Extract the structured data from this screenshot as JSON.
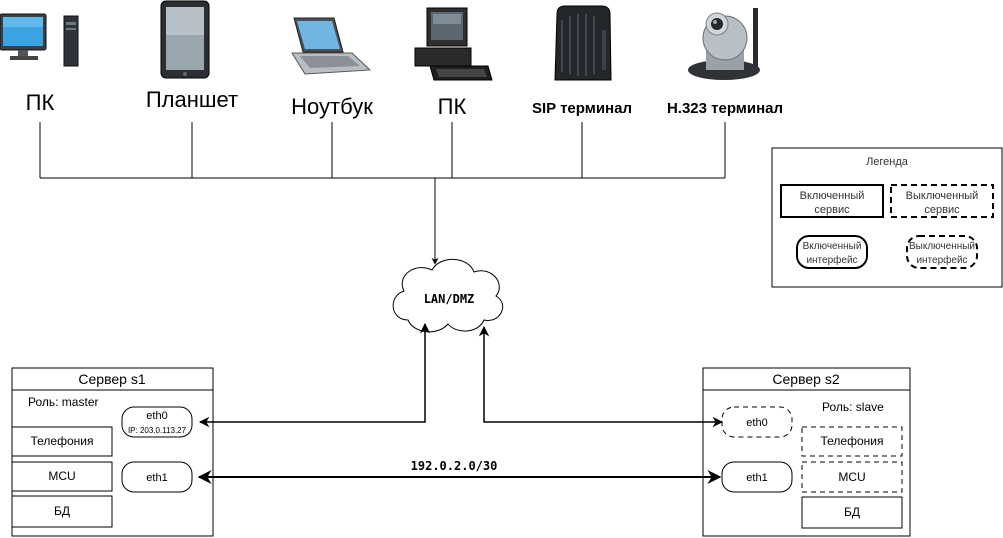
{
  "devices": [
    {
      "label": "ПК",
      "icon": "desktop-pc-icon"
    },
    {
      "label": "Планшет",
      "icon": "tablet-icon"
    },
    {
      "label": "Ноутбук",
      "icon": "laptop-icon"
    },
    {
      "label": "ПК",
      "icon": "pc-tower-icon"
    },
    {
      "label": "SIP терминал",
      "icon": "sip-terminal-icon"
    },
    {
      "label": "H.323 терминал",
      "icon": "ip-camera-icon"
    }
  ],
  "network": {
    "cloud_label": "LAN/DMZ",
    "link_label": "192.0.2.0/30"
  },
  "legend": {
    "title": "Легенда",
    "service_on": [
      "Включенный",
      "сервис"
    ],
    "service_off": [
      "Выключенный",
      "сервис"
    ],
    "iface_on": [
      "Включенный",
      "интерфейс"
    ],
    "iface_off": [
      "Выключенный",
      "интерфейс"
    ]
  },
  "server1": {
    "title": "Сервер s1",
    "role": "Роль: master",
    "services": [
      "Телефония",
      "MCU",
      "БД"
    ],
    "eth0_label": "eth0",
    "eth0_ip": "IP: 203.0.113.27",
    "eth1_label": "eth1"
  },
  "server2": {
    "title": "Сервер s2",
    "role": "Роль: slave",
    "services": [
      "Телефония",
      "MCU",
      "БД"
    ],
    "eth0_label": "eth0",
    "eth1_label": "eth1"
  }
}
